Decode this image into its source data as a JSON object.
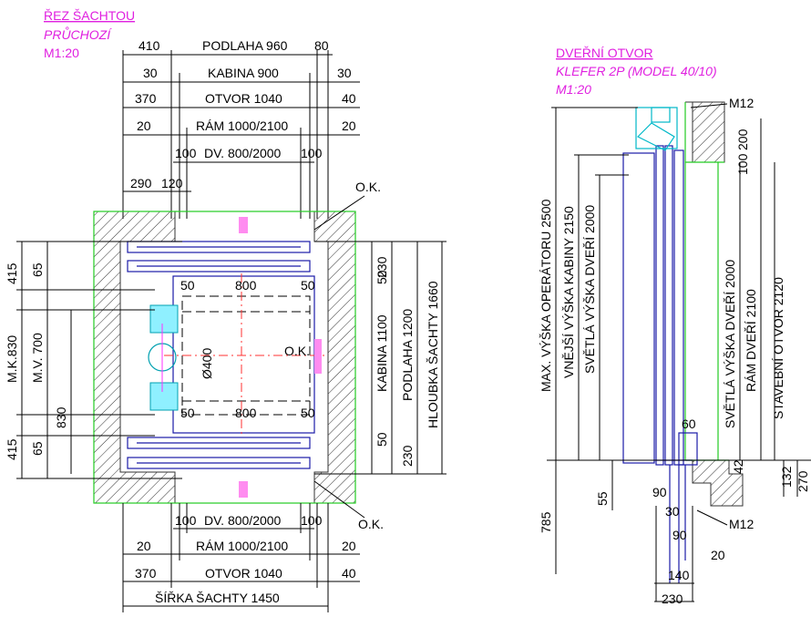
{
  "left_section": {
    "title": "ŘEZ ŠACHTOU",
    "subtitle": "PRŮCHOZÍ",
    "scale": "M1:20"
  },
  "right_section": {
    "title": "DVEŘNÍ OTVOR",
    "subtitle": "KLEFER 2P (MODEL 40/10)",
    "scale": "M1:20"
  },
  "top_dims": {
    "r1": [
      "410",
      "PODLAHA 960",
      "80"
    ],
    "r2": [
      "30",
      "KABINA 900",
      "30"
    ],
    "r3": [
      "370",
      "OTVOR 1040",
      "40"
    ],
    "r4": [
      "20",
      "RÁM 1000/2100",
      "20"
    ],
    "r5": [
      "100",
      "DV. 800/2000",
      "100"
    ],
    "r6": [
      "290",
      "120"
    ]
  },
  "bottom_dims": {
    "r1": [
      "100",
      "DV. 800/2000",
      "100"
    ],
    "r2": [
      "20",
      "RÁM 1000/2100",
      "20"
    ],
    "r3": [
      "370",
      "OTVOR 1040",
      "40"
    ],
    "r4": "ŠÍŘKA ŠACHTY 1450"
  },
  "left_dims": [
    "415",
    "65",
    "M.K.830",
    "M.V. 700",
    "830",
    "415",
    "65"
  ],
  "right_dims": [
    "230",
    "50",
    "KABINA 1100",
    "PODLAHA 1200",
    "HLOUBKA ŠACHTY 1660",
    "50",
    "230"
  ],
  "inner_labels": {
    "ok_top": "O.K.",
    "ok_mid": "O.K.",
    "ok_bottom": "O.K.",
    "door_top": [
      "50",
      "800",
      "50"
    ],
    "door_bottom": [
      "50",
      "800",
      "50"
    ],
    "diameter": "Ø400"
  },
  "door_dims": {
    "left_vertical": [
      "MAX. VÝŠKA OPERÁTORU 2500",
      "VNĚJŠÍ VÝŠKA KABINY 2150",
      "SVĚTLÁ VÝŠKA DVEŘÍ 2000"
    ],
    "right_vertical": [
      "SVĚTLÁ VÝŠKA DVEŘÍ 2000",
      "RÁM DVEŘÍ 2100",
      "STAVEBNÍ OTVOR 2120"
    ],
    "top_small": [
      "200",
      "100"
    ],
    "m12_top": "M12",
    "m12_bottom": "M12",
    "bottom_values": [
      "785",
      "55",
      "90",
      "30",
      "90",
      "140",
      "230",
      "20",
      "60",
      "42",
      "132",
      "270"
    ]
  }
}
